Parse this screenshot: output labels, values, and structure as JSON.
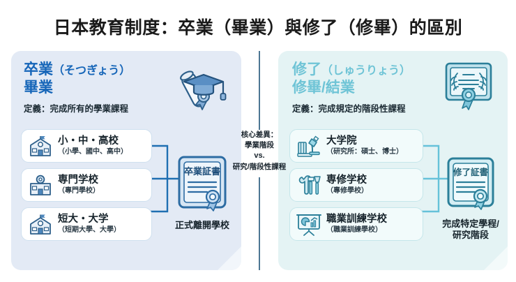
{
  "title": "日本教育制度：卒業（畢業）與修了（修畢）的區別",
  "colors": {
    "page_bg": "#ffffff",
    "title": "#1a1a1a",
    "left_panel_bg": "#e3eaf5",
    "right_panel_bg": "#e4f3f4",
    "left_accent": "#1565b8",
    "right_accent": "#6fc4d6",
    "divider": "#2e5f80",
    "card_bg": "#ffffff"
  },
  "center": {
    "label": "核心差異：",
    "left_side": "學業階段",
    "vs": "vs.",
    "right_side": "研究/階段性課程"
  },
  "left": {
    "header": {
      "jp_main": "卒業",
      "jp_kana": "（そつぎょう）",
      "zh": "畢業",
      "definition": "定義：完成所有的學業課程",
      "icon": "graduation-cap-diploma-icon"
    },
    "cards": [
      {
        "title": "小・中・高校",
        "sub": "（小學、國中、高中）",
        "icon": "school-building-icon"
      },
      {
        "title": "専門学校",
        "sub": "（專門學校）",
        "icon": "vocational-school-gear-icon"
      },
      {
        "title": "短大・大学",
        "sub": "（短期大學、大學）",
        "icon": "university-clock-tower-icon"
      }
    ],
    "outcome": {
      "certificate_label": "卒業証書",
      "caption": "正式離開學校",
      "icon": "certificate-seal-icon"
    }
  },
  "right": {
    "header": {
      "jp_main": "修了",
      "jp_kana": "（しゅうりょう）",
      "zh": "修畢/結業",
      "definition": "定義：完成規定的階段性課程",
      "icon": "certificate-laurel-icon"
    },
    "cards": [
      {
        "title": "大学院",
        "sub": "（研究所：碩士、博士）",
        "icon": "microscope-books-icon"
      },
      {
        "title": "専修学校",
        "sub": "（專修學校）",
        "icon": "tools-wrench-hammer-icon"
      },
      {
        "title": "職業訓練学校",
        "sub": "（職業訓練學校）",
        "icon": "presentation-chart-icon"
      }
    ],
    "outcome": {
      "certificate_label": "修了証書",
      "caption": "完成特定學程/\n研究階段",
      "icon": "certificate-seal-icon"
    }
  }
}
